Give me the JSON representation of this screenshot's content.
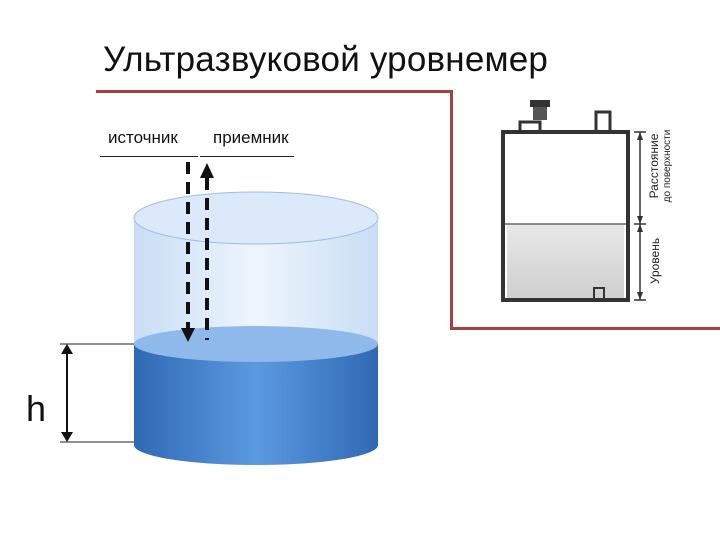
{
  "title": "Ультразвуковой уровнемер",
  "labels": {
    "source": "источник",
    "receiver": "приемник",
    "height": "h"
  },
  "inset": {
    "distance_line1": "Расстояние",
    "distance_line2": "до поверхности",
    "level": "Уровень"
  },
  "colors": {
    "accent": "#a8403f",
    "water": "#3c7fcf",
    "tank_glass": "#d8e8fb"
  }
}
